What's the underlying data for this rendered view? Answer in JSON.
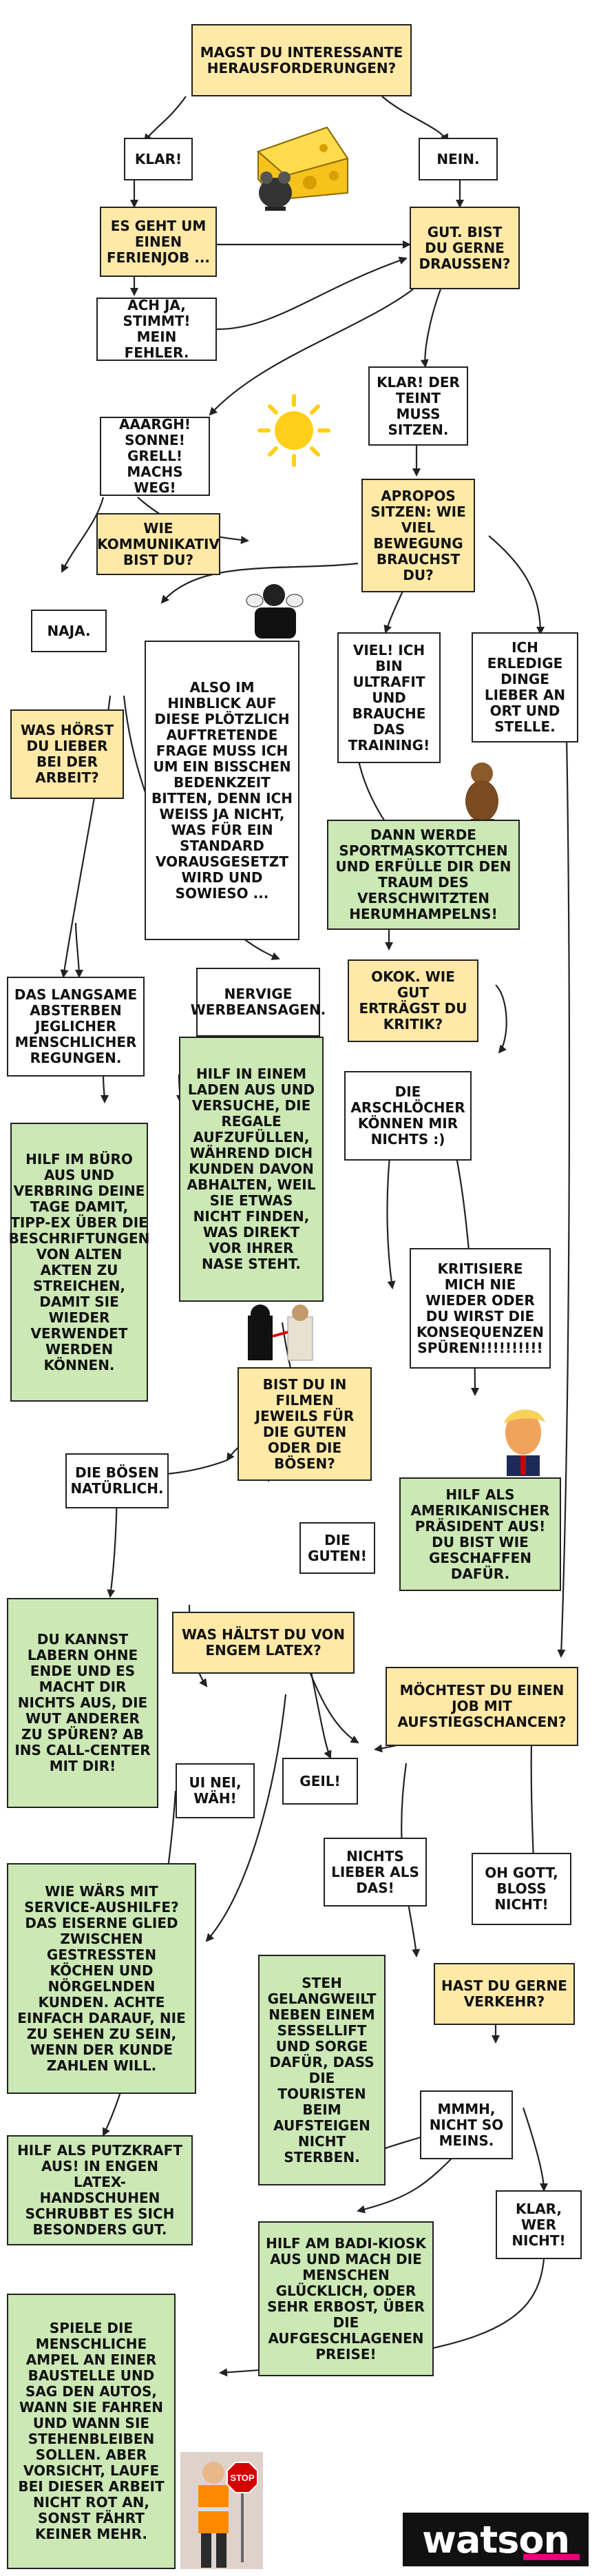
{
  "nodes": {
    "start": "Magst du interessante Herausforderungen?",
    "klar": "Klar!",
    "nein": "Nein.",
    "ferienjob": "Es geht um einen Ferienjob ...",
    "ach_ja": "Ach ja, stimmt! Mein Fehler.",
    "gut_draussen": "Gut. Bist du gerne draussen?",
    "teint": "Klar! Der Teint muss sitzen.",
    "aaargh": "Aaargh! Sonne! Grell! Machs weg!",
    "apropos": "Apropos sitzen: Wie viel Bewegung brauchst du?",
    "kommunikativ": "Wie kommunikativ bist du?",
    "naja": "Naja.",
    "also": "Also im Hinblick auf diese plötzlich auftretende Frage muss ich um ein bisschen Bedenkzeit bitten, denn ich weiss ja nicht, was für ein Standard vorausgesetzt wird und sowieso ...",
    "viel_ultrafit": "Viel! Ich bin ultrafit und brauche das Training!",
    "ort_stelle": "Ich erledige Dinge lieber an Ort und Stelle.",
    "was_hoerst": "Was hörst du lieber bei der Arbeit?",
    "sportmaskottchen": "Dann werde Sportmaskottchen und erfülle dir den Traum des verschwitzten Herumhampelns!",
    "absterben": "Das langsame Absterben jeglicher menschlicher Regungen.",
    "werbeansagen": "Nervige Werbeansagen.",
    "okok": "Okok. Wie gut erträgst du Kritik?",
    "laden": "Hilf in einem Laden aus und versuche, die Regale aufzufüllen, während dich Kunden davon abhalten, weil sie etwas nicht finden, was direkt vor ihrer Nase steht.",
    "arschloecher": "Die Arschlöcher können mir nichts :)",
    "buero": "Hilf im Büro aus und verbring deine Tage damit, Tipp-Ex über die Beschriftungen von alten Akten zu streichen, damit sie wieder verwendet werden können.",
    "kritisiere": "Kritisiere mich nie wieder oder du wirst die Konsequenzen spüren!!!!!!!!!!",
    "filmen": "Bist du in Filmen jeweils für die Guten oder die Bösen?",
    "boesen": "Die Bösen natürlich.",
    "praesident": "Hilf als amerikanischer Präsident aus! Du bist wie geschaffen dafür.",
    "guten": "Die Guten!",
    "callcenter": "Du kannst labern ohne Ende und es macht dir nichts aus, die Wut anderer zu spüren? Ab ins Call-Center mit dir!",
    "latex": "Was hältst du von engem Latex?",
    "aufstieg": "Möchtest du einen Job mit Aufstiegschancen?",
    "ui_nei": "Ui nei, wäh!",
    "geil": "Geil!",
    "nichts_lieber": "Nichts lieber als das!",
    "oh_gott": "Oh Gott, bloss nicht!",
    "service": "Wie wärs mit Service-Aushilfe? Das eiserne Glied zwischen gestressten Köchen und nörgelnden Kunden. Achte einfach darauf, nie zu sehen zu sein, wenn der Kunde zahlen will.",
    "sesselift": "Steh gelangweilt neben einem Sessellift und sorge dafür, dass die Touristen beim Aufsteigen nicht sterben.",
    "verkehr": "Hast du gerne Verkehr?",
    "mmmh": "Mmmh, nicht so meins.",
    "putzkraft": "Hilf als Putzkraft aus! In engen Latex-Handschuhen schrubbt es sich besonders gut.",
    "klar_wer": "Klar, wer nicht!",
    "badi": "Hilf am Badi-Kiosk aus und mach die Menschen glücklich, oder sehr erbost, über die aufgeschlagenen Preise!",
    "ampel": "Spiele die menschliche Ampel an einer Baustelle und sag den Autos, wann sie fahren und wann sie stehenbleiben sollen. Aber Vorsicht, laufe bei dieser Arbeit nicht rot an, sonst fährt keiner mehr."
  },
  "illustrations": {
    "cheese": "cheese-with-mouse-icon",
    "sun": "sun-icon",
    "shy": "shy-person-icon",
    "mascot": "mascot-icon",
    "filmfigures": "star-wars-figures-icon",
    "trump": "trump-caricature-icon",
    "worker": "traffic-worker-icon",
    "stop_sign": "STOP"
  },
  "brand": {
    "logo": "watson",
    "accent": "#e6007e"
  },
  "colors": {
    "question": "#ffe9a6",
    "answer": "#ffffff",
    "result": "#cbe8b5",
    "line": "#222222"
  }
}
